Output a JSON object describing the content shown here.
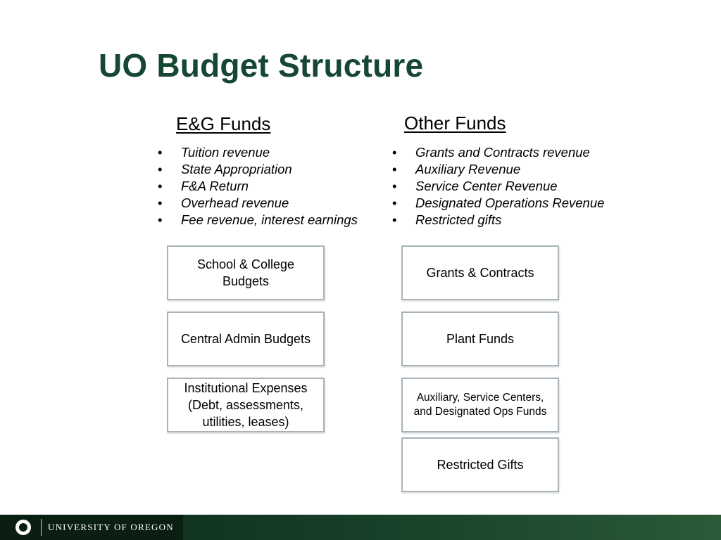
{
  "title": "UO Budget Structure",
  "eg_funds": {
    "heading": "E&G Funds",
    "bullets": [
      "Tuition revenue",
      "State Appropriation",
      "F&A Return",
      "Overhead revenue",
      "Fee revenue, interest earnings"
    ],
    "boxes": [
      "School & College Budgets",
      "Central Admin Budgets",
      "Institutional Expenses (Debt, assessments, utilities, leases)"
    ]
  },
  "other_funds": {
    "heading": "Other Funds",
    "bullets": [
      "Grants and Contracts revenue",
      "Auxiliary Revenue",
      "Service Center Revenue",
      "Designated Operations Revenue",
      "Restricted gifts"
    ],
    "boxes": [
      "Grants & Contracts",
      "Plant Funds",
      "Auxiliary, Service Centers, and Designated Ops Funds",
      "Restricted Gifts"
    ]
  },
  "bullet_glyph": "•",
  "footer": {
    "logo_icon": "university-o-mark-icon",
    "logo_text": "UNIVERSITY OF OREGON"
  },
  "colors": {
    "title": "#154733",
    "box_border": "#a7b3b8",
    "footer_bg": "#143a25"
  }
}
